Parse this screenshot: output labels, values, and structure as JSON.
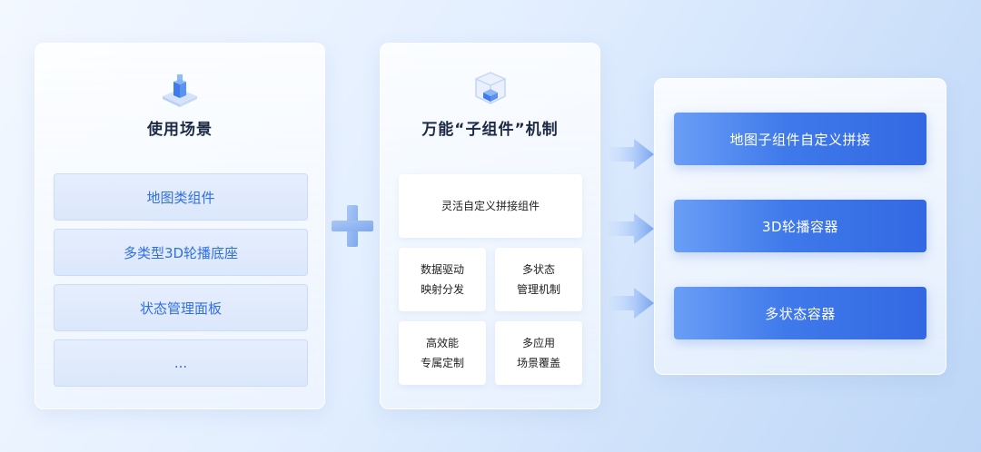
{
  "scenes": {
    "title": "使用场景",
    "items": [
      "地图类组件",
      "多类型3D轮播底座",
      "状态管理面板",
      "..."
    ]
  },
  "mechanism": {
    "title": "万能“子组件”机制",
    "wide": "灵活自定义拼接组件",
    "cells": [
      {
        "line1": "数据驱动",
        "line2": "映射分发"
      },
      {
        "line1": "多状态",
        "line2": "管理机制"
      },
      {
        "line1": "高效能",
        "line2": "专属定制"
      },
      {
        "line1": "多应用",
        "line2": "场景覆盖"
      }
    ]
  },
  "results": {
    "items": [
      "地图子组件自定义拼接",
      "3D轮播容器",
      "多状态容器"
    ]
  },
  "colors": {
    "accent": "#3f79ea",
    "scene_text": "#2f6fe4",
    "plus": "#8fb5f3",
    "arrow": "#7aa6f2"
  },
  "icons": {
    "scenes": "cube-stack-icon",
    "mechanism": "cube-frame-icon",
    "connector": "plus-icon",
    "flow": "chevron-arrow-icon"
  }
}
